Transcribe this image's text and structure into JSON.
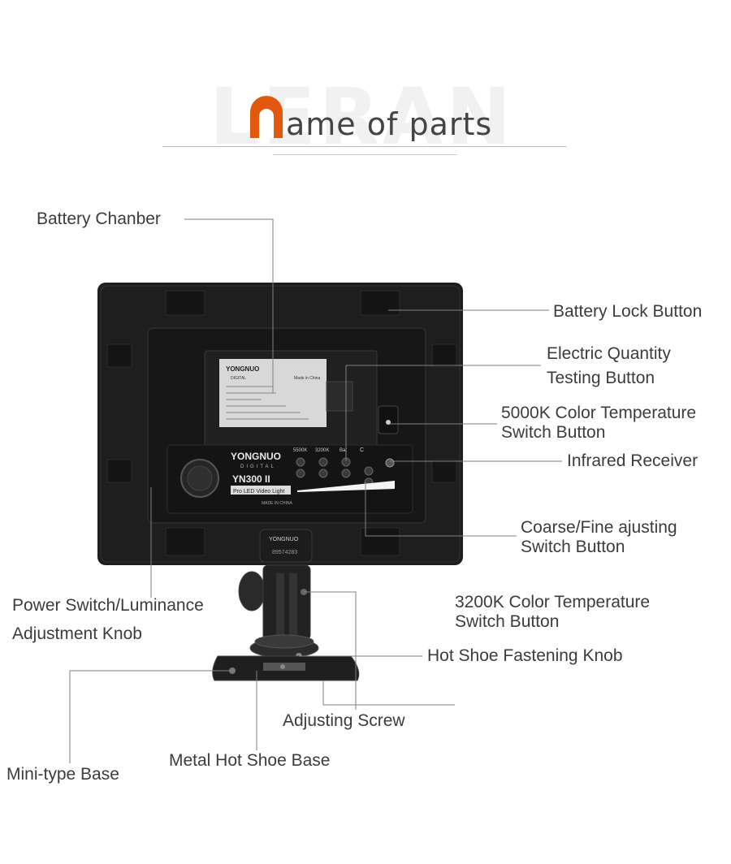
{
  "header": {
    "watermark": "LERAN",
    "title_rest": "ame of parts"
  },
  "device": {
    "brand": "YONGNUO",
    "brand_sub": "DIGITAL",
    "model": "YN300 II",
    "model_sub": "Pro LED Video Light",
    "made_in": "MADE IN CHINA",
    "btn_labels": [
      "5500K",
      "3200K",
      "Bat",
      "C"
    ],
    "mount_brand": "YONGNUO",
    "serial": "89574283",
    "sticker_brand": "YONGNUO",
    "sticker_sub": "DIGITAL",
    "sticker_made": "Made in China"
  },
  "labels": {
    "battery_chamber": "Battery Chanber",
    "battery_lock": "Battery Lock Button",
    "electric_quantity_1": "Electric Quantity",
    "electric_quantity_2": "Testing Button",
    "color_5000_1": "5000K Color Temperature",
    "color_5000_2": "Switch Button",
    "infrared": "Infrared Receiver",
    "coarse_fine_1": "Coarse/Fine ajusting",
    "coarse_fine_2": "Switch Button",
    "power_1": "Power Switch/Luminance",
    "power_2": "Adjustment Knob",
    "color_3200_1": "3200K Color Temperature",
    "color_3200_2": "Switch Button",
    "hot_shoe_knob": "Hot Shoe Fastening Knob",
    "adjusting_screw": "Adjusting Screw",
    "metal_hot_shoe": "Metal Hot Shoe Base",
    "mini_base": "Mini-type Base"
  },
  "colors": {
    "accent": "#e2580f",
    "body": "#1e1e1e",
    "leader": "#808080",
    "text": "#3c3c3c"
  }
}
